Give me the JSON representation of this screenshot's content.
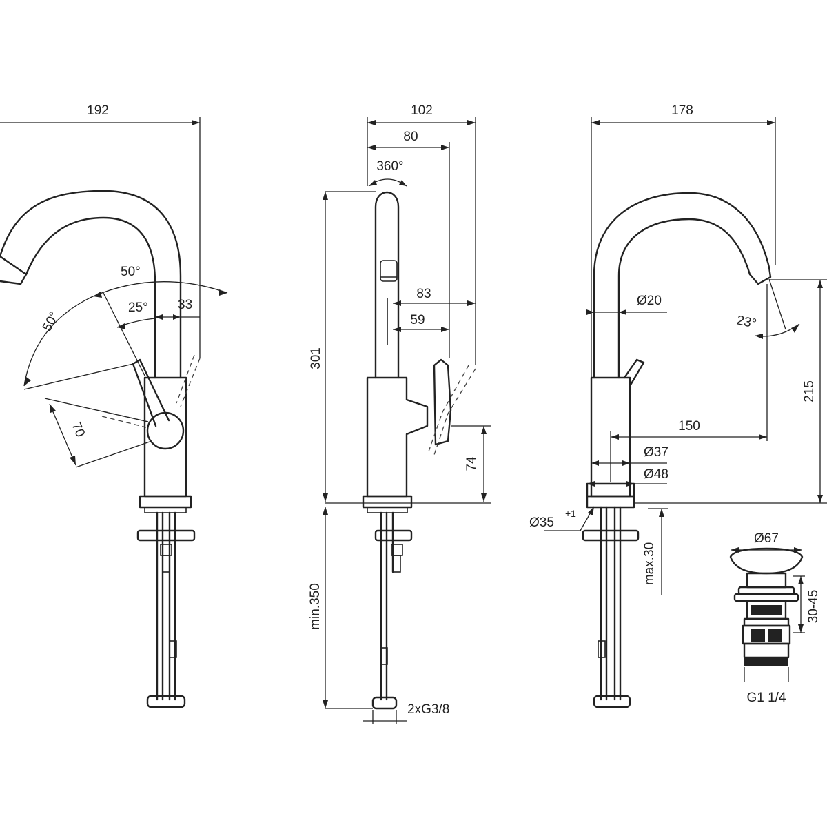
{
  "left_view": {
    "width_192": "192",
    "angle_50_top": "50°",
    "angle_50_left": "50°",
    "angle_25": "25°",
    "dim_33": "33",
    "dim_70": "70"
  },
  "middle_view": {
    "width_102": "102",
    "width_80": "80",
    "rotation_360": "360°",
    "height_301": "301",
    "reach_83": "83",
    "reach_59": "59",
    "height_74": "74",
    "min_350": "min.350",
    "thread_2xg38": "2xG3/8"
  },
  "right_view": {
    "width_178": "178",
    "dia_20": "Ø20",
    "angle_23": "23°",
    "height_215": "215",
    "reach_150": "150",
    "dia_37": "Ø37",
    "dia_48": "Ø48",
    "dia_35": "Ø35",
    "dia_35_tol": "+1",
    "max_30": "max.30"
  },
  "waste_view": {
    "dia_67": "Ø67",
    "range_30_45": "30-45",
    "thread_g114": "G1 1/4"
  }
}
